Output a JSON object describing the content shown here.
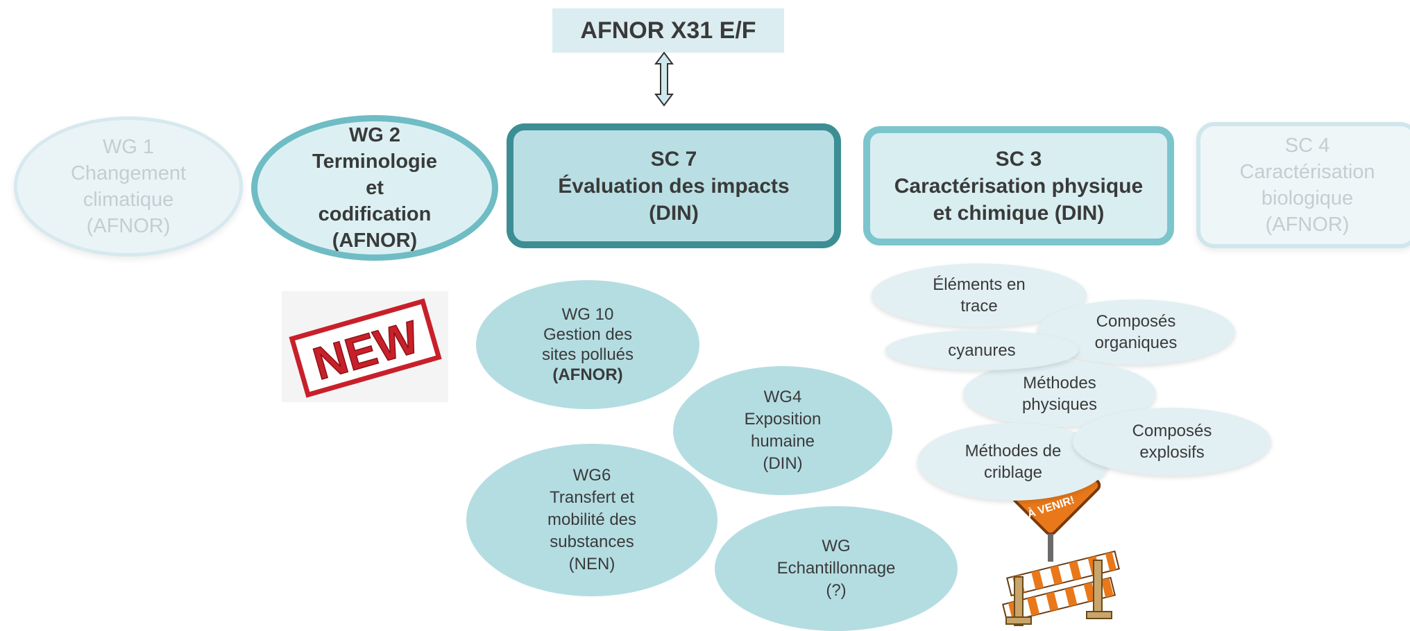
{
  "header": {
    "label": "AFNOR X31 E/F"
  },
  "top_row": {
    "wg1": [
      "WG 1",
      "Changement",
      "climatique",
      "(AFNOR)"
    ],
    "wg2": [
      "WG 2",
      "Terminologie",
      "et",
      "codification",
      "(AFNOR)"
    ],
    "sc7": [
      "SC 7",
      "Évaluation des impacts",
      "(DIN)"
    ],
    "sc3": [
      "SC 3",
      "Caractérisation physique",
      "et chimique (DIN)"
    ],
    "sc4": [
      "SC 4",
      "Caractérisation",
      "biologique",
      "(AFNOR)"
    ]
  },
  "new_stamp": {
    "text": "NEW"
  },
  "sc7_groups": {
    "wg10": [
      "WG 10",
      "Gestion des",
      "sites pollués",
      "(AFNOR)"
    ],
    "wg4": [
      "WG4",
      "Exposition",
      "humaine",
      "(DIN)"
    ],
    "wg6": [
      "WG6",
      "Transfert et",
      "mobilité des",
      "substances",
      "(NEN)"
    ],
    "wg_ech": [
      "WG",
      "Echantillonnage",
      "(?)"
    ]
  },
  "sc3_groups": {
    "elements_trace": [
      "Éléments en",
      "trace"
    ],
    "organiques": [
      "Composés",
      "organiques"
    ],
    "cyanures": [
      "cyanures"
    ],
    "physiques": [
      "Méthodes",
      "physiques"
    ],
    "criblage": [
      "Méthodes de",
      "criblage"
    ],
    "explosifs": [
      "Composés",
      "explosifs"
    ]
  },
  "barrier_sign": {
    "text": "À VENIR!"
  },
  "colors": {
    "sc7_border": "#3c8e94",
    "wg_fill": "#b4dde2",
    "stamp_red": "#c8202a"
  }
}
